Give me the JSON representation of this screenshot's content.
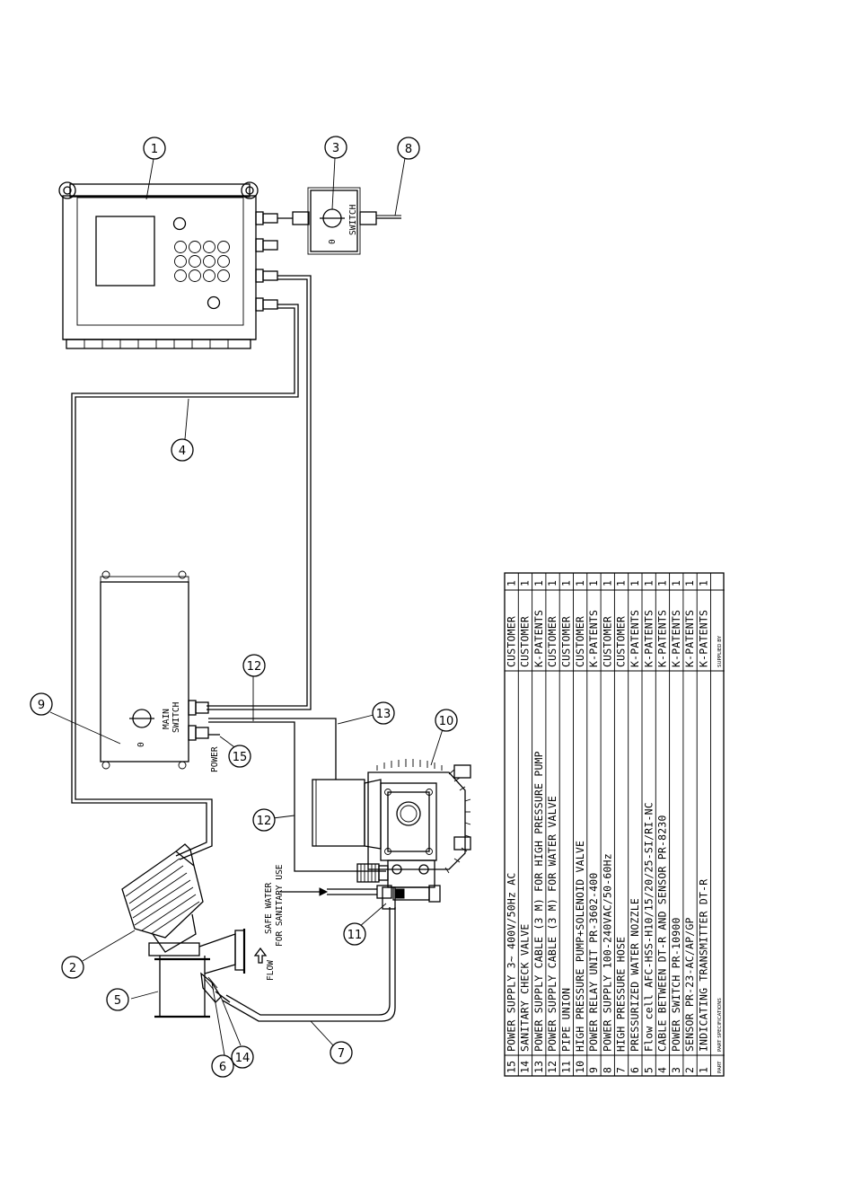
{
  "bubbles": {
    "b1": "1",
    "b2": "2",
    "b3": "3",
    "b4": "4",
    "b5": "5",
    "b6": "6",
    "b7": "7",
    "b8": "8",
    "b9": "9",
    "b10": "10",
    "b11": "11",
    "b12a": "12",
    "b12b": "12",
    "b13": "13",
    "b14": "14",
    "b15": "15"
  },
  "labels": {
    "switch": "SWITCH",
    "switch_off": "0",
    "main_switch_1": "MAIN",
    "main_switch_2": "SWITCH",
    "main_off": "0",
    "power": "POWER",
    "safe_water_1": "SAFE WATER",
    "safe_water_2": "FOR SANITARY USE",
    "flow": "FLOW"
  },
  "parts_table": {
    "rows": [
      {
        "no": "15",
        "spec": "POWER SUPPLY 3~ 400V/50Hz AC",
        "supplier": "CUSTOMER",
        "qty": "1"
      },
      {
        "no": "14",
        "spec": "SANITARY CHECK VALVE",
        "supplier": "CUSTOMER",
        "qty": "1"
      },
      {
        "no": "13",
        "spec": "POWER SUPPLY CABLE (3 M) FOR HIGH PRESSURE PUMP",
        "supplier": "K-PATENTS",
        "qty": "1"
      },
      {
        "no": "12",
        "spec": "POWER SUPPLY CABLE (3 M) FOR WATER VALVE",
        "supplier": "CUSTOMER",
        "qty": "1"
      },
      {
        "no": "11",
        "spec": "PIPE UNION",
        "supplier": "CUSTOMER",
        "qty": "1"
      },
      {
        "no": "10",
        "spec": "HIGH PRESSURE PUMP+SOLENOID VALVE",
        "supplier": "CUSTOMER",
        "qty": "1"
      },
      {
        "no": "9",
        "spec": "POWER RELAY UNIT PR-3602-400",
        "supplier": "K-PATENTS",
        "qty": "1"
      },
      {
        "no": "8",
        "spec": "POWER SUPPLY 100-240VAC/50-60Hz",
        "supplier": "CUSTOMER",
        "qty": "1"
      },
      {
        "no": "7",
        "spec": "HIGH PRESSURE HOSE",
        "supplier": "CUSTOMER",
        "qty": "1"
      },
      {
        "no": "6",
        "spec": "PRESSURIZED WATER NOZZLE",
        "supplier": "K-PATENTS",
        "qty": "1"
      },
      {
        "no": "5",
        "spec": "Flow cell AFC-HSS-H10/15/20/25-SI/RI-NC",
        "supplier": "K-PATENTS",
        "qty": "1"
      },
      {
        "no": "4",
        "spec": "CABLE BETWEEN DT-R AND SENSOR PR-8230",
        "supplier": "K-PATENTS",
        "qty": "1"
      },
      {
        "no": "3",
        "spec": "POWER SWITCH PR-10900",
        "supplier": "K-PATENTS",
        "qty": "1"
      },
      {
        "no": "2",
        "spec": "SENSOR PR-23-AC/AP/GP",
        "supplier": "K-PATENTS",
        "qty": "1"
      },
      {
        "no": "1",
        "spec": "INDICATING TRANSMITTER DT-R",
        "supplier": "K-PATENTS",
        "qty": "1"
      }
    ],
    "footer": {
      "no": "PART",
      "spec": "PART SPECIFICATIONS",
      "supplier": "SUPPLIED BY",
      "qty": ""
    }
  }
}
